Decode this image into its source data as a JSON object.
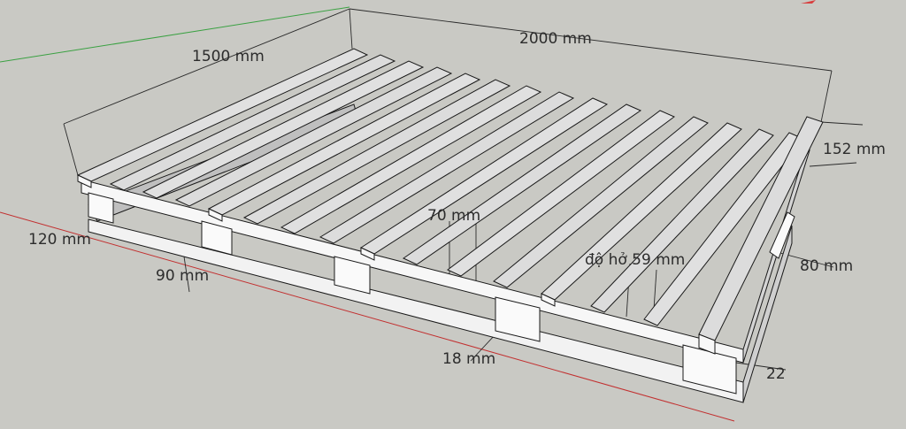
{
  "dimensions": {
    "length": "2000 mm",
    "width": "1500 mm",
    "end_board_width": "152 mm",
    "stringer_height": "120 mm",
    "block_width": "90 mm",
    "board_gap_height": "70 mm",
    "gap": "độ hở 59 mm",
    "top_board_height": "80 mm",
    "bottom_board_thickness": "18 mm",
    "edge_thickness": "22"
  },
  "colors": {
    "background": "#c9c9c4",
    "wood_top": "#dcdcdc",
    "wood_side": "#f7f7f7",
    "edge_line": "#1a1a1a",
    "axis_red": "#c23030",
    "axis_green": "#3aa142"
  }
}
